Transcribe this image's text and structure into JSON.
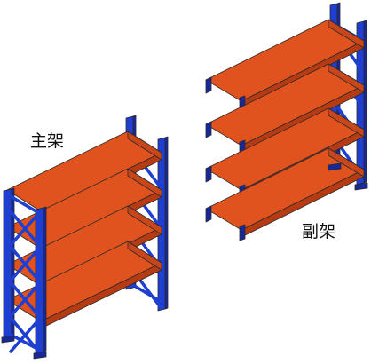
{
  "labels": {
    "main_rack": "主架",
    "extension_rack": "副架"
  },
  "colors": {
    "upright": "#1f3fd2",
    "upright_dark": "#16289a",
    "shelf_top": "#e0531e",
    "shelf_front": "#b63a12",
    "shelf_side": "#c9461a",
    "outline": "#2a2a2a",
    "background": "#ffffff"
  },
  "racks": {
    "main_rack_shelf_count": 4,
    "extension_rack_shelf_count": 4
  }
}
